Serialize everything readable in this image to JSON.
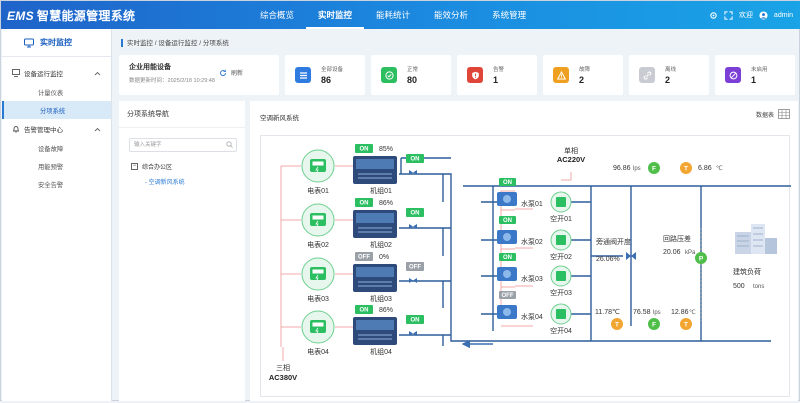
{
  "app": {
    "brand": "EMS",
    "title": "智慧能源管理系统"
  },
  "nav": [
    {
      "label": "综合概览",
      "active": false
    },
    {
      "label": "实时监控",
      "active": true
    },
    {
      "label": "能耗统计",
      "active": false
    },
    {
      "label": "能效分析",
      "active": false
    },
    {
      "label": "系统管理",
      "active": false
    }
  ],
  "user": {
    "welcome": "欢迎",
    "name": "admin"
  },
  "sidebar": {
    "title": "实时监控",
    "groups": [
      {
        "label": "设备运行监控",
        "items": [
          "计量仪表",
          "分项系统"
        ]
      },
      {
        "label": "告警管理中心",
        "items": [
          "设备故障",
          "用能预警",
          "安全告警"
        ]
      }
    ],
    "active_item": "分项系统"
  },
  "breadcrumb": "实时监控 / 设备运行监控 / 分项系统",
  "summary": {
    "title": "企业用能设备",
    "updated_label": "数据更新时间：",
    "updated_time": "2025/2/18 10:29:48",
    "refresh_label": "刷新"
  },
  "kpis": [
    {
      "label": "全部设备",
      "value": "86",
      "color": "#2f7be0",
      "icon": "list-icon"
    },
    {
      "label": "正常",
      "value": "80",
      "color": "#2dbf5f",
      "icon": "check-icon"
    },
    {
      "label": "告警",
      "value": "1",
      "color": "#e0453a",
      "icon": "shield-icon"
    },
    {
      "label": "故障",
      "value": "2",
      "color": "#f0a020",
      "icon": "warning-icon"
    },
    {
      "label": "离线",
      "value": "2",
      "color": "#c8ccd2",
      "icon": "link-icon"
    },
    {
      "label": "未启用",
      "value": "1",
      "color": "#7b3fd6",
      "icon": "ban-icon"
    }
  ],
  "tree": {
    "title": "分项系统导航",
    "search_placeholder": "输入关键字",
    "root": "综合办公区",
    "leaf": "空调新风系统"
  },
  "diagram": {
    "title": "空调新风系统",
    "table_label": "数据表",
    "meters": [
      "电表01",
      "电表02",
      "电表03",
      "电表04"
    ],
    "units": [
      {
        "name": "机组01",
        "state": "ON",
        "load": "85%",
        "valve": "ON"
      },
      {
        "name": "机组02",
        "state": "ON",
        "load": "86%",
        "valve": "ON"
      },
      {
        "name": "机组03",
        "state": "OFF",
        "load": "0%",
        "valve": "OFF"
      },
      {
        "name": "机组04",
        "state": "ON",
        "load": "86%",
        "valve": "ON"
      }
    ],
    "pumps": [
      {
        "name": "水泵01",
        "state": "ON"
      },
      {
        "name": "水泵02",
        "state": "ON"
      },
      {
        "name": "水泵03",
        "state": "ON"
      },
      {
        "name": "水泵04",
        "state": "OFF"
      }
    ],
    "switches": [
      "空开01",
      "空开02",
      "空开03",
      "空开04"
    ],
    "power_single": {
      "label": "单相",
      "voltage": "AC220V"
    },
    "power_three": {
      "label": "三相",
      "voltage": "AC380V"
    },
    "flow_top": {
      "value": "96.86",
      "unit": "lps",
      "badge": "F"
    },
    "temp_top": {
      "value": "6.86",
      "unit": "℃",
      "badge": "T"
    },
    "bypass": {
      "label": "旁通阀开度",
      "value": "26.06%"
    },
    "pressure": {
      "label": "回路压差",
      "value": "20.06",
      "unit": "kPa",
      "badge": "P"
    },
    "load": {
      "label": "建筑负荷",
      "value": "500",
      "unit": "tons"
    },
    "temp_return": {
      "value": "11.78℃",
      "badge": "T"
    },
    "flow_return": {
      "value": "76.58",
      "unit": "lps",
      "badge": "F"
    },
    "temp_return2": {
      "value": "12.86",
      "unit": "℃",
      "badge": "T"
    }
  }
}
